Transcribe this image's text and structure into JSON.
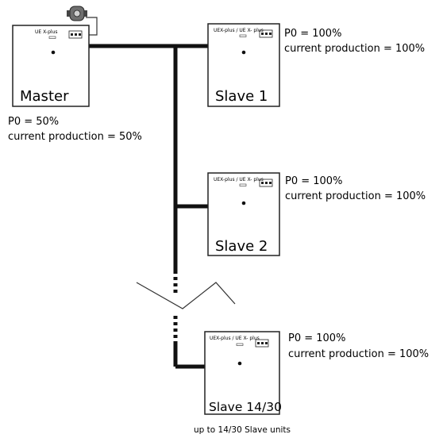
{
  "master": {
    "panel_label": "UE X-plus",
    "name": "Master",
    "p0": "P0 = 50%",
    "production": "current production = 50%"
  },
  "slaves": [
    {
      "panel_label": "UEX-plus / UE X- plus",
      "name": "Slave 1",
      "p0": "P0 = 100%",
      "production": "current production = 100%"
    },
    {
      "panel_label": "UEX-plus / UE X- plus",
      "name": "Slave 2",
      "p0": "P0 = 100%",
      "production": "current production = 100%"
    },
    {
      "panel_label": "UEX-plus / UE X- plus",
      "name": "Slave 14/30",
      "p0": "P0 = 100%",
      "production": "current production = 100%"
    }
  ],
  "footer": "up to 14/30 Slave units",
  "icons": [
    "sensor-icon",
    "terminal-connector-icon",
    "break-symbol-icon"
  ]
}
